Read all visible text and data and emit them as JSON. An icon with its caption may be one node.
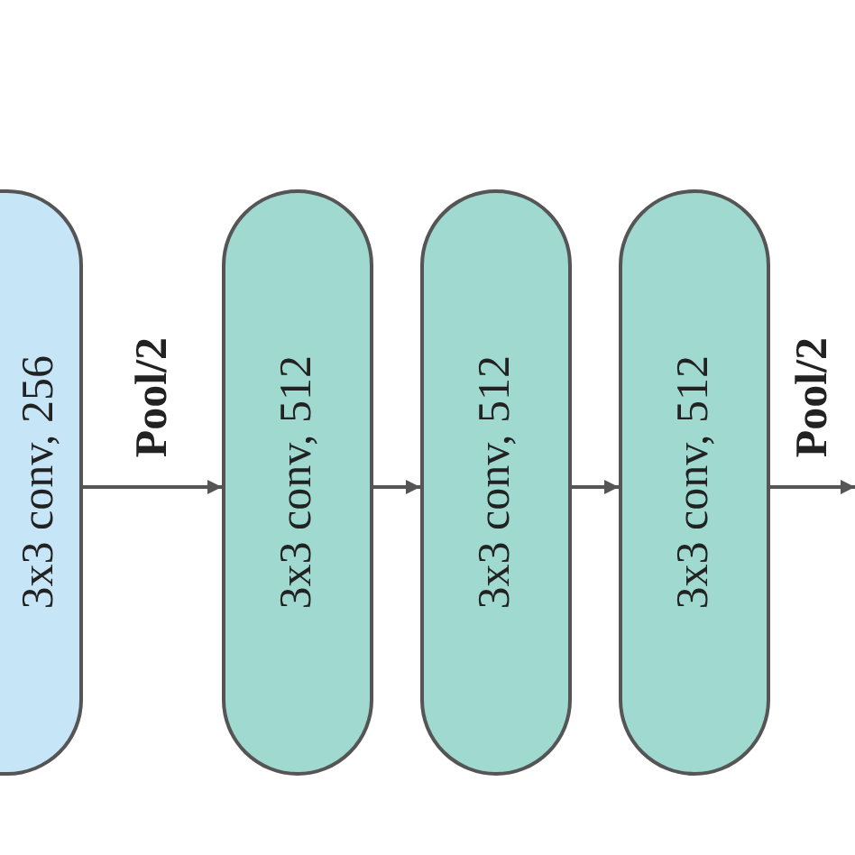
{
  "diagram": {
    "nodes": [
      {
        "text": [
          "3x3 conv, 256"
        ]
      },
      {
        "text": [
          "3x3 conv, 512"
        ]
      },
      {
        "text": [
          "3x3 conv, 512"
        ]
      },
      {
        "text": [
          "3x3 conv, 512"
        ]
      }
    ],
    "edges": [
      {
        "from": 0,
        "to": 1,
        "arrow": "to",
        "label": "Pool/2"
      },
      {
        "from": 1,
        "to": 2,
        "arrow": "to"
      },
      {
        "from": 2,
        "to": 3,
        "arrow": "to"
      },
      {
        "from": 3,
        "to": null,
        "arrow": "to",
        "label": "Pool/2"
      }
    ]
  }
}
